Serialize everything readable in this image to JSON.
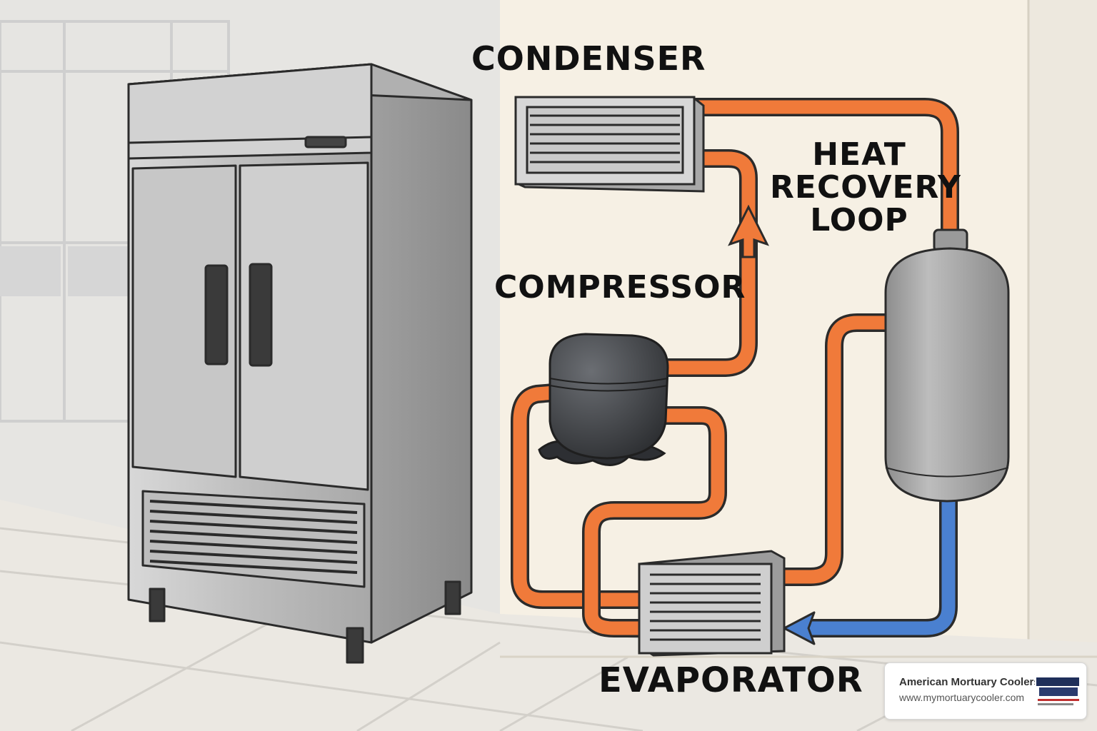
{
  "labels": {
    "condenser": "CONDENSER",
    "heat_recovery_loop": [
      "HEAT",
      "RECOVERY",
      "LOOP"
    ],
    "compressor": "COMPRESSOR",
    "evaporator": "EVAPORATOR"
  },
  "watermark": {
    "company": "American Mortuary Coolers",
    "url": "www.mymortuarycooler.com"
  },
  "colors": {
    "hot_pipe": "#f07a3a",
    "cold_pipe": "#4a80d0",
    "steel": "#c9c9c9",
    "compressor": "#3c3e42"
  }
}
